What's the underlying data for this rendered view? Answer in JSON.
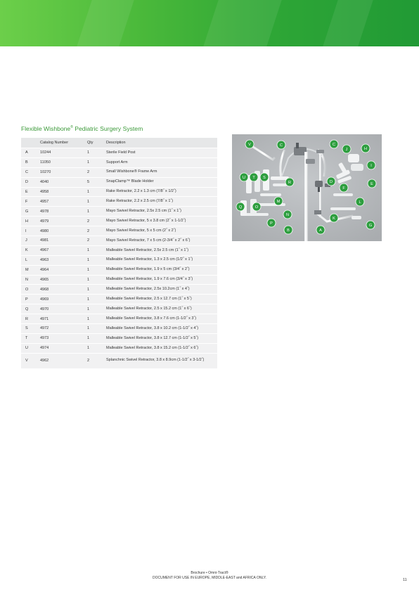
{
  "section": {
    "title": "Flexible Wishbone",
    "title_mark": "®",
    "title_rest": " Pediatric Surgery System"
  },
  "table": {
    "headers": [
      "",
      "Catalog Number",
      "Qty",
      "Description"
    ],
    "rows": [
      [
        "A",
        "10244",
        "1",
        "Sterile Field Post"
      ],
      [
        "B",
        "11050",
        "1",
        "Support Arm"
      ],
      [
        "C",
        "10270",
        "2",
        "Small Wishbone® Frame Arm"
      ],
      [
        "D",
        "4040",
        "5",
        "SnapClamp™ Blade Holder"
      ],
      [
        "E",
        "4958",
        "1",
        "Rake Retractor, 2.2 x 1.3 cm (7/8˝ x 1/2˝)"
      ],
      [
        "F",
        "4957",
        "1",
        "Rake Retractor, 2.2 x 2.5 cm (7/8˝ x 1˝)"
      ],
      [
        "G",
        "4978",
        "1",
        "Mayo Swivel Retractor, 2.5x 2.5 cm (1˝ x 1˝)"
      ],
      [
        "H",
        "4979",
        "2",
        "Mayo Swivel Retractor, 5 x 3.8 cm (2˝ x 1-1/2˝)"
      ],
      [
        "I",
        "4980",
        "2",
        "Mayo Swivel Retractor, 5 x 5 cm (2˝ x 2˝)"
      ],
      [
        "J",
        "4981",
        "2",
        "Mayo Swivel Retractor, 7 x 5 cm (2-3/4˝ x 2˝ x 6˝)"
      ],
      [
        "K",
        "4967",
        "1",
        "Malleable Swivel Retractor, 2.5x 2.5 cm (1˝ x 1˝)"
      ],
      [
        "L",
        "4963",
        "1",
        "Malleable Swivel Retractor, 1.3 x 2.5 cm (1/2˝ x 1˝)"
      ],
      [
        "M",
        "4964",
        "1",
        "Malleable Swivel Retractor, 1.9 x 5 cm (3/4˝ x 2˝)"
      ],
      [
        "N",
        "4965",
        "1",
        "Malleable Swivel Retractor, 1.9 x 7.6 cm (3/4˝ x 3˝)"
      ],
      [
        "O",
        "4968",
        "1",
        "Malleable Swivel Retractor, 2.5x 10.2cm (1˝ x 4˝)"
      ],
      [
        "P",
        "4969",
        "1",
        "Malleable Swivel Retractor, 2.5 x 12.7 cm (1˝ x 5˝)"
      ],
      [
        "Q",
        "4970",
        "1",
        "Malleable Swivel Retractor, 2.5 x 15.2 cm (1˝ x 6˝)"
      ],
      [
        "R",
        "4971",
        "1",
        "Malleable Swivel Retractor, 3.8 x 7.6 cm (1-1/2˝ x 3˝)"
      ],
      [
        "S",
        "4972",
        "1",
        "Malleable Swivel Retractor, 3.8 x 10.2 cm (1-1/2˝ x 4˝)"
      ],
      [
        "T",
        "4973",
        "1",
        "Malleable Swivel Retractor, 3.8 x 12.7 cm (1-1/2˝ x 5˝)"
      ],
      [
        "U",
        "4974",
        "1",
        "Malleable Swivel Retractor, 3.8 x 15.2 cm (1-1/2˝ x 6˝)"
      ],
      [
        "V",
        "4962",
        "2",
        "Splanchnic Swivel Retractor, 3.8 x 8.9cm (1-1/2˝ x 3-1/2˝)"
      ]
    ]
  },
  "photo": {
    "callout_letters": [
      "V",
      "C",
      "C",
      "J",
      "H",
      "I",
      "U",
      "T",
      "S",
      "R",
      "D",
      "F",
      "E",
      "M",
      "O",
      "Q",
      "N",
      "P",
      "B",
      "A",
      "K",
      "L",
      "G"
    ],
    "background_color": "#b4b7ba",
    "callout_color": "#2e9e3f"
  },
  "footer": {
    "line1": "Brochure • Omni-Tract®",
    "line2": "DOCUMENT FOR USE IN EUROPE, MIDDLE-EAST and AFRICA ONLY."
  },
  "page_number": "11",
  "colors": {
    "brand_green": "#2ea636",
    "title_green": "#3c9a3a",
    "table_header_bg": "#e6e7e8",
    "table_row_bg": "#f1f1f2"
  }
}
